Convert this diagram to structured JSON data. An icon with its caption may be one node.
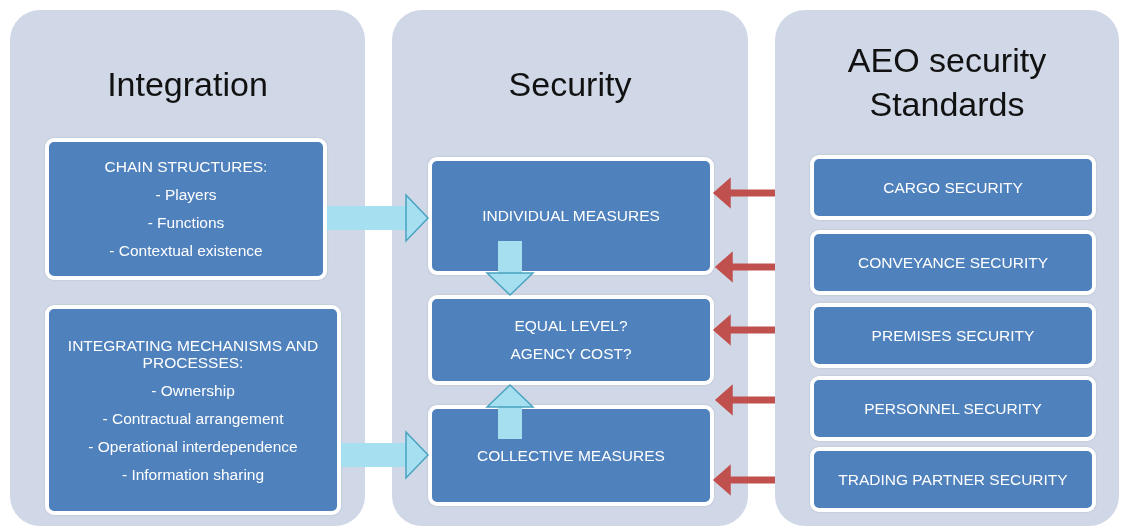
{
  "diagram": {
    "nodes": [
      {
        "text": [
          "Integration"
        ]
      },
      {
        "text": [
          "CHAIN STRUCTURES:",
          "- Players",
          "- Functions",
          "- Contextual existence"
        ],
        "in": 0
      },
      {
        "text": [
          "INTEGRATING MECHANISMS AND PROCESSES:",
          "- Ownership",
          "- Contractual arrangement",
          "- Operational interdependence",
          "- Information sharing"
        ],
        "in": 0
      },
      {
        "text": [
          "Security"
        ]
      },
      {
        "text": [
          "INDIVIDUAL MEASURES"
        ],
        "in": 3
      },
      {
        "text": [
          "EQUAL LEVEL?",
          "AGENCY COST?"
        ],
        "in": 3
      },
      {
        "text": [
          "COLLECTIVE MEASURES"
        ],
        "in": 3
      },
      {
        "text": [
          "AEO security Standards"
        ]
      },
      {
        "text": [
          "CARGO SECURITY"
        ],
        "in": 7
      },
      {
        "text": [
          "CONVEYANCE SECURITY"
        ],
        "in": 7
      },
      {
        "text": [
          "PREMISES SECURITY"
        ],
        "in": 7
      },
      {
        "text": [
          "PERSONNEL SECURITY"
        ],
        "in": 7
      },
      {
        "text": [
          "TRADING PARTNER SECURITY"
        ],
        "in": 7
      }
    ],
    "edges": [
      {
        "from": 1,
        "to": 4,
        "arrow": "to",
        "style": "thick",
        "color": "#a5dff0"
      },
      {
        "from": 2,
        "to": 6,
        "arrow": "to",
        "style": "thick",
        "color": "#a5dff0"
      },
      {
        "from": 4,
        "to": 5,
        "arrow": "to",
        "style": "thick",
        "color": "#a5dff0"
      },
      {
        "from": 6,
        "to": 5,
        "arrow": "to",
        "style": "thick",
        "color": "#a5dff0"
      },
      {
        "from": 7,
        "to": 4,
        "arrow": "to"
      },
      {
        "from": 7,
        "to": 3,
        "arrow": "to"
      },
      {
        "from": 7,
        "to": 5,
        "arrow": "to"
      },
      {
        "from": 7,
        "to": 3,
        "arrow": "to"
      },
      {
        "from": 7,
        "to": 6,
        "arrow": "to"
      }
    ]
  }
}
